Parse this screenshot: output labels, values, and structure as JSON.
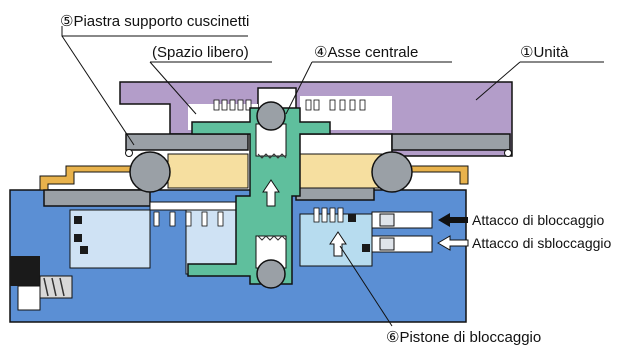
{
  "labels": {
    "unit": "①Unità",
    "central_axis": "④Asse centrale",
    "bearing_plate": "⑤Piastra supporto cuscinetti",
    "free_space": "(Spazio libero)",
    "locking_piston": "⑥Pistone di bloccaggio",
    "lock_port": "Attacco di bloccaggio",
    "unlock_port": "Attacco di sbloccaggio"
  },
  "colors": {
    "unit_purple": "#b39dc9",
    "base_blue": "#5b8fd4",
    "base_light": "#cfe2f4",
    "piston_light": "#b7dcef",
    "axis_green": "#5fbf9d",
    "bearing_tan": "#f6dfa0",
    "bearing_gold": "#e8b24c",
    "steel_gray": "#9aa0a6",
    "dark_gray": "#555a60",
    "black": "#1a1a1a"
  }
}
